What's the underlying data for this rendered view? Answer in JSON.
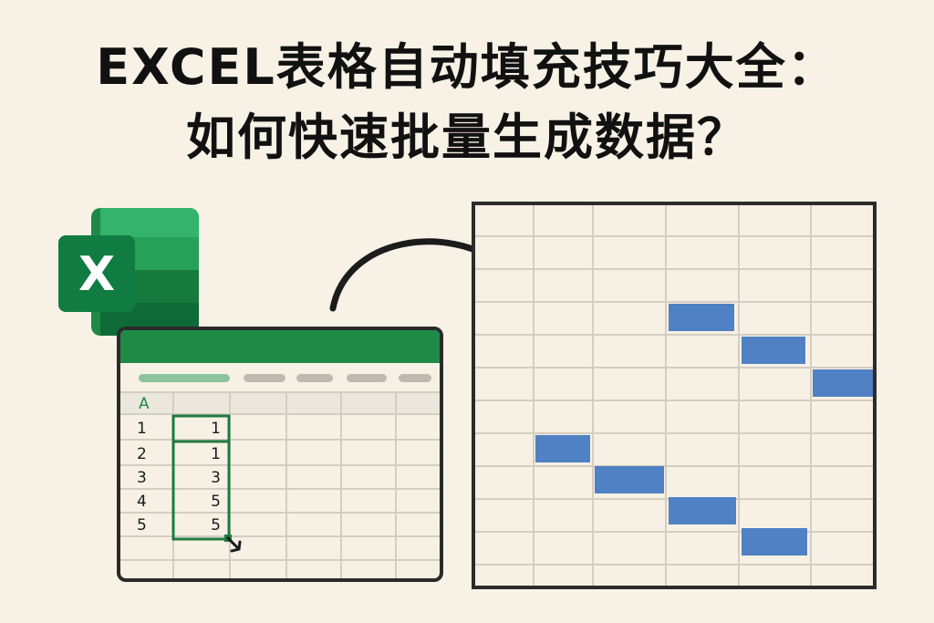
{
  "title": {
    "line1": "EXCEL表格自动填充技巧大全：",
    "line2": "如何快速批量生成数据？"
  },
  "logo": {
    "letter": "X",
    "colors": {
      "dark": "#0e6b37",
      "mid": "#1e8a48",
      "light": "#33b36b",
      "accent": "#107c41"
    }
  },
  "small_sheet": {
    "column_header": "A",
    "row_numbers": [
      "1",
      "2",
      "3",
      "4",
      "5"
    ],
    "values": [
      "1",
      "1",
      "3",
      "5",
      "5"
    ],
    "ribbon_color": "#1f8a47",
    "selection_color": "#1f7a3f"
  },
  "big_grid": {
    "highlight_color": "#4f81c4"
  }
}
